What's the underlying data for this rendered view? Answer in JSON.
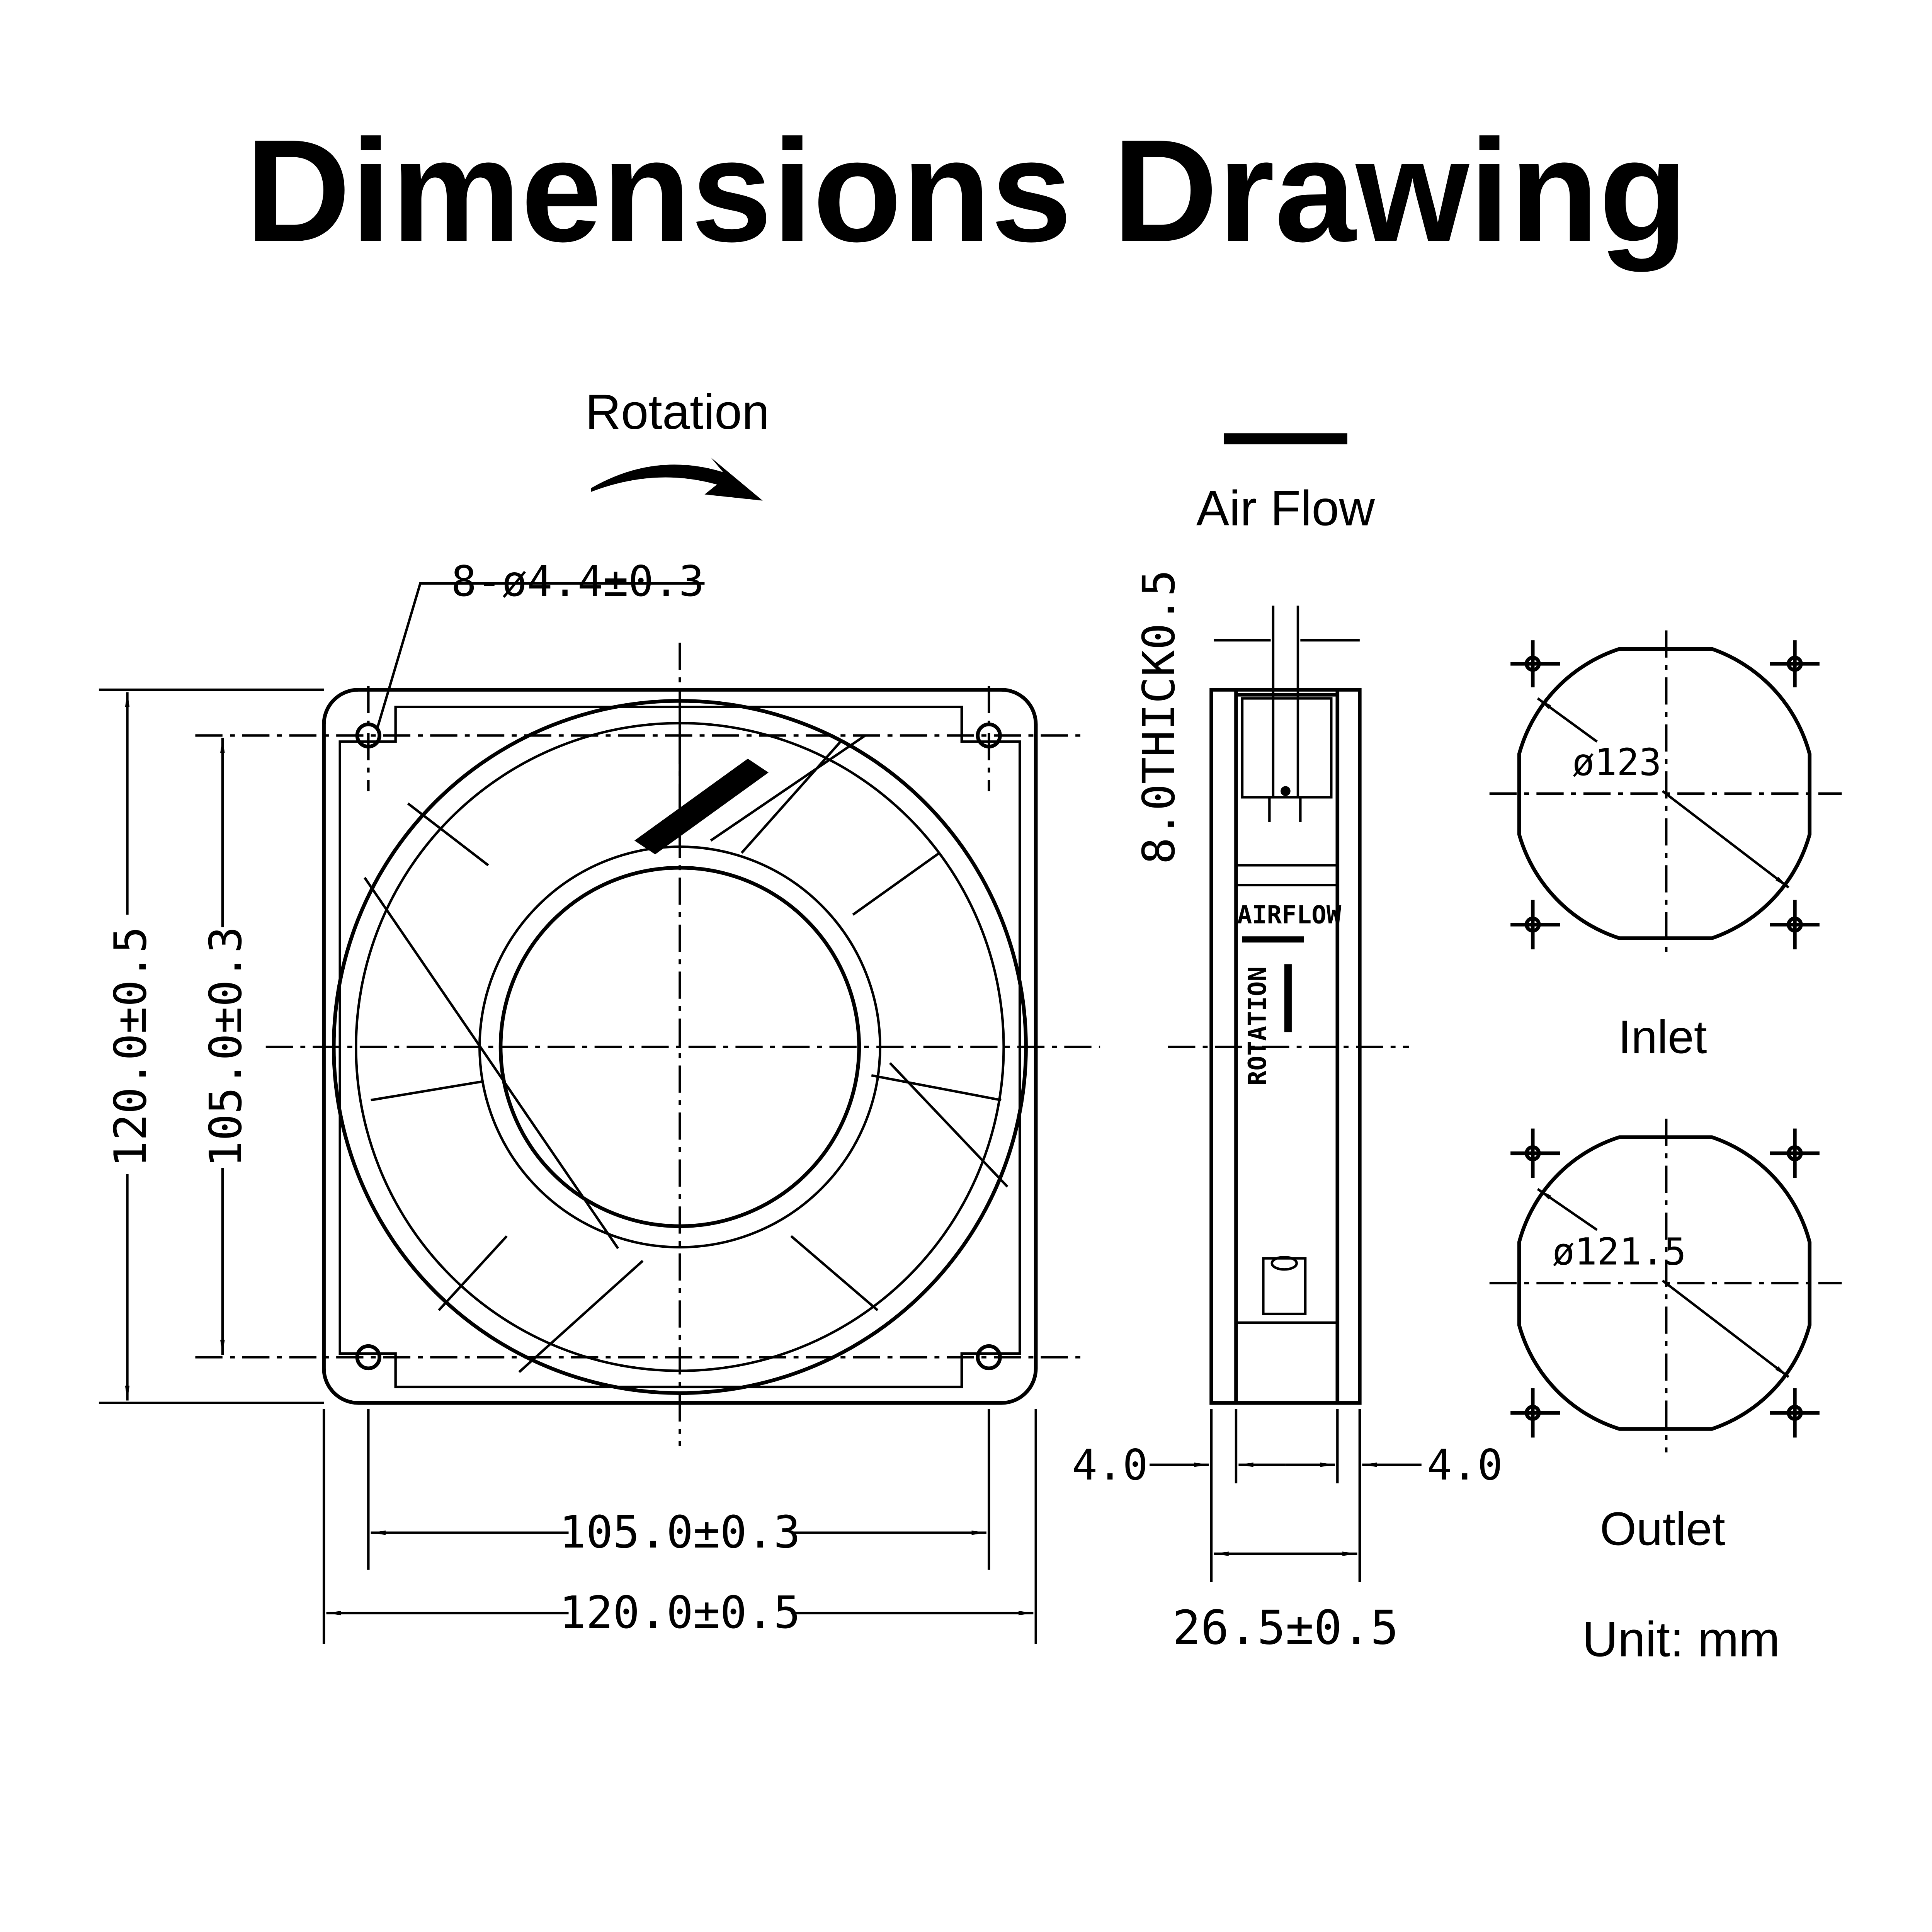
{
  "title": "Dimensions Drawing",
  "front_view": {
    "rotation_label": "Rotation",
    "hole_callout": "8-ø4.4±0.3",
    "height_outer": "120.0±0.5",
    "height_holes": "105.0±0.3",
    "width_holes": "105.0±0.3",
    "width_outer": "120.0±0.5"
  },
  "side_view": {
    "airflow_label": "Air Flow",
    "thick_label": "8.0THICK0.5",
    "label_airflow": "AIRFLOW",
    "label_rotation": "ROTATION",
    "flange_left": "4.0",
    "flange_right": "4.0",
    "depth": "26.5±0.5"
  },
  "inlet": {
    "diameter": "ø123",
    "label": "Inlet"
  },
  "outlet": {
    "diameter": "ø121.5",
    "label": "Outlet"
  },
  "unit": "Unit: mm"
}
